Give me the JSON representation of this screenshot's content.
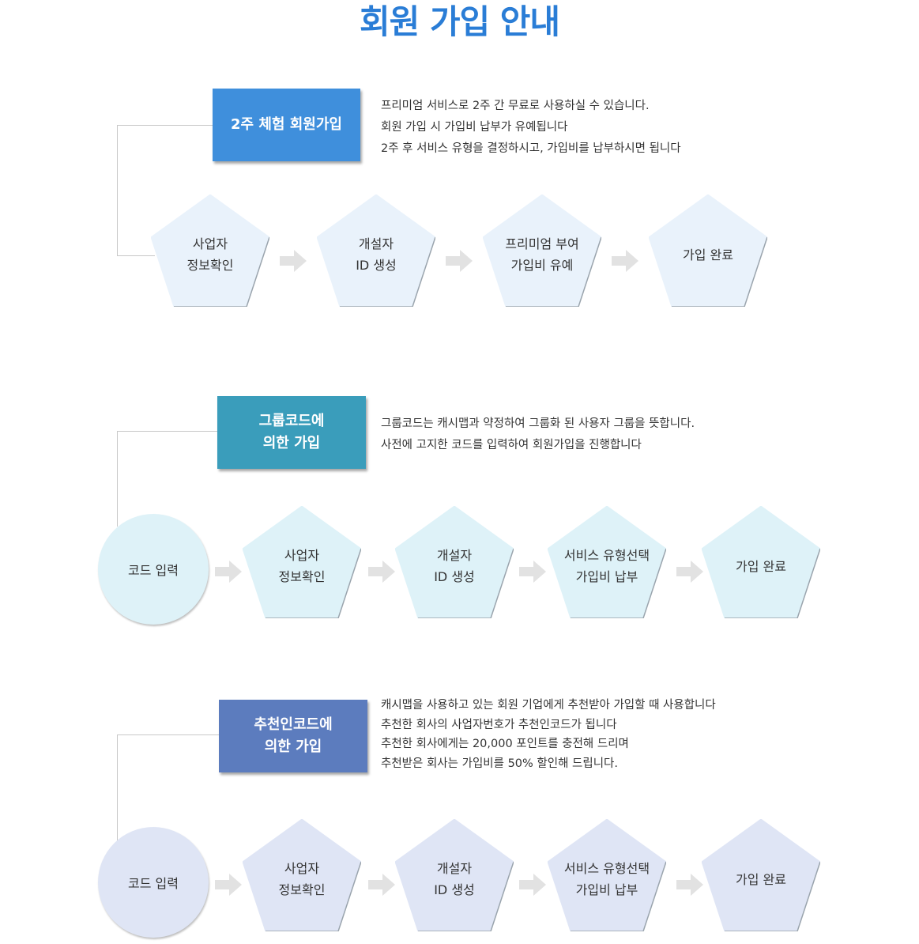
{
  "page_title": "회원 가입 안내",
  "colors": {
    "title": "#2a7dd6",
    "section1_box": "#3f8fdc",
    "section2_box": "#3a9dbb",
    "section3_box": "#5c7cbe",
    "section1_fill": "#e9f2fb",
    "section2_fill": "#def2f8",
    "section3_fill": "#dfe5f5",
    "arrow": "#e2e2e2"
  },
  "sections": [
    {
      "label": "2주 체험 회원가입",
      "description": [
        "프리미엄 서비스로 2주 간 무료로 사용하실 수 있습니다.",
        "회원 가입 시 가입비 납부가 유예됩니다",
        "2주 후 서비스 유형을 결정하시고, 가입비를 납부하시면 됩니다"
      ],
      "steps": [
        "사업자\n정보확인",
        "개설자\nID 생성",
        "프리미엄 부여\n가입비 유예",
        "가입 완료"
      ]
    },
    {
      "label": "그룹코드에\n의한 가입",
      "description": [
        "그룹코드는 캐시맵과 약정하여 그룹화 된 사용자 그룹을 뜻합니다.",
        "사전에 고지한 코드를 입력하여 회원가입을 진행합니다"
      ],
      "start": "코드 입력",
      "steps": [
        "사업자\n정보확인",
        "개설자\nID 생성",
        "서비스 유형선택\n가입비 납부",
        "가입 완료"
      ]
    },
    {
      "label": "추천인코드에\n의한 가입",
      "description": [
        "캐시맵을 사용하고 있는 회원 기업에게 추천받아 가입할 때 사용합니다",
        "추천한 회사의 사업자번호가 추천인코드가 됩니다",
        "추천한 회사에게는 20,000 포인트를 충전해 드리며",
        "추천받은 회사는 가입비를 50% 할인해 드립니다."
      ],
      "start": "코드 입력",
      "steps": [
        "사업자\n정보확인",
        "개설자\nID 생성",
        "서비스 유형선택\n가입비 납부",
        "가입 완료"
      ]
    }
  ]
}
